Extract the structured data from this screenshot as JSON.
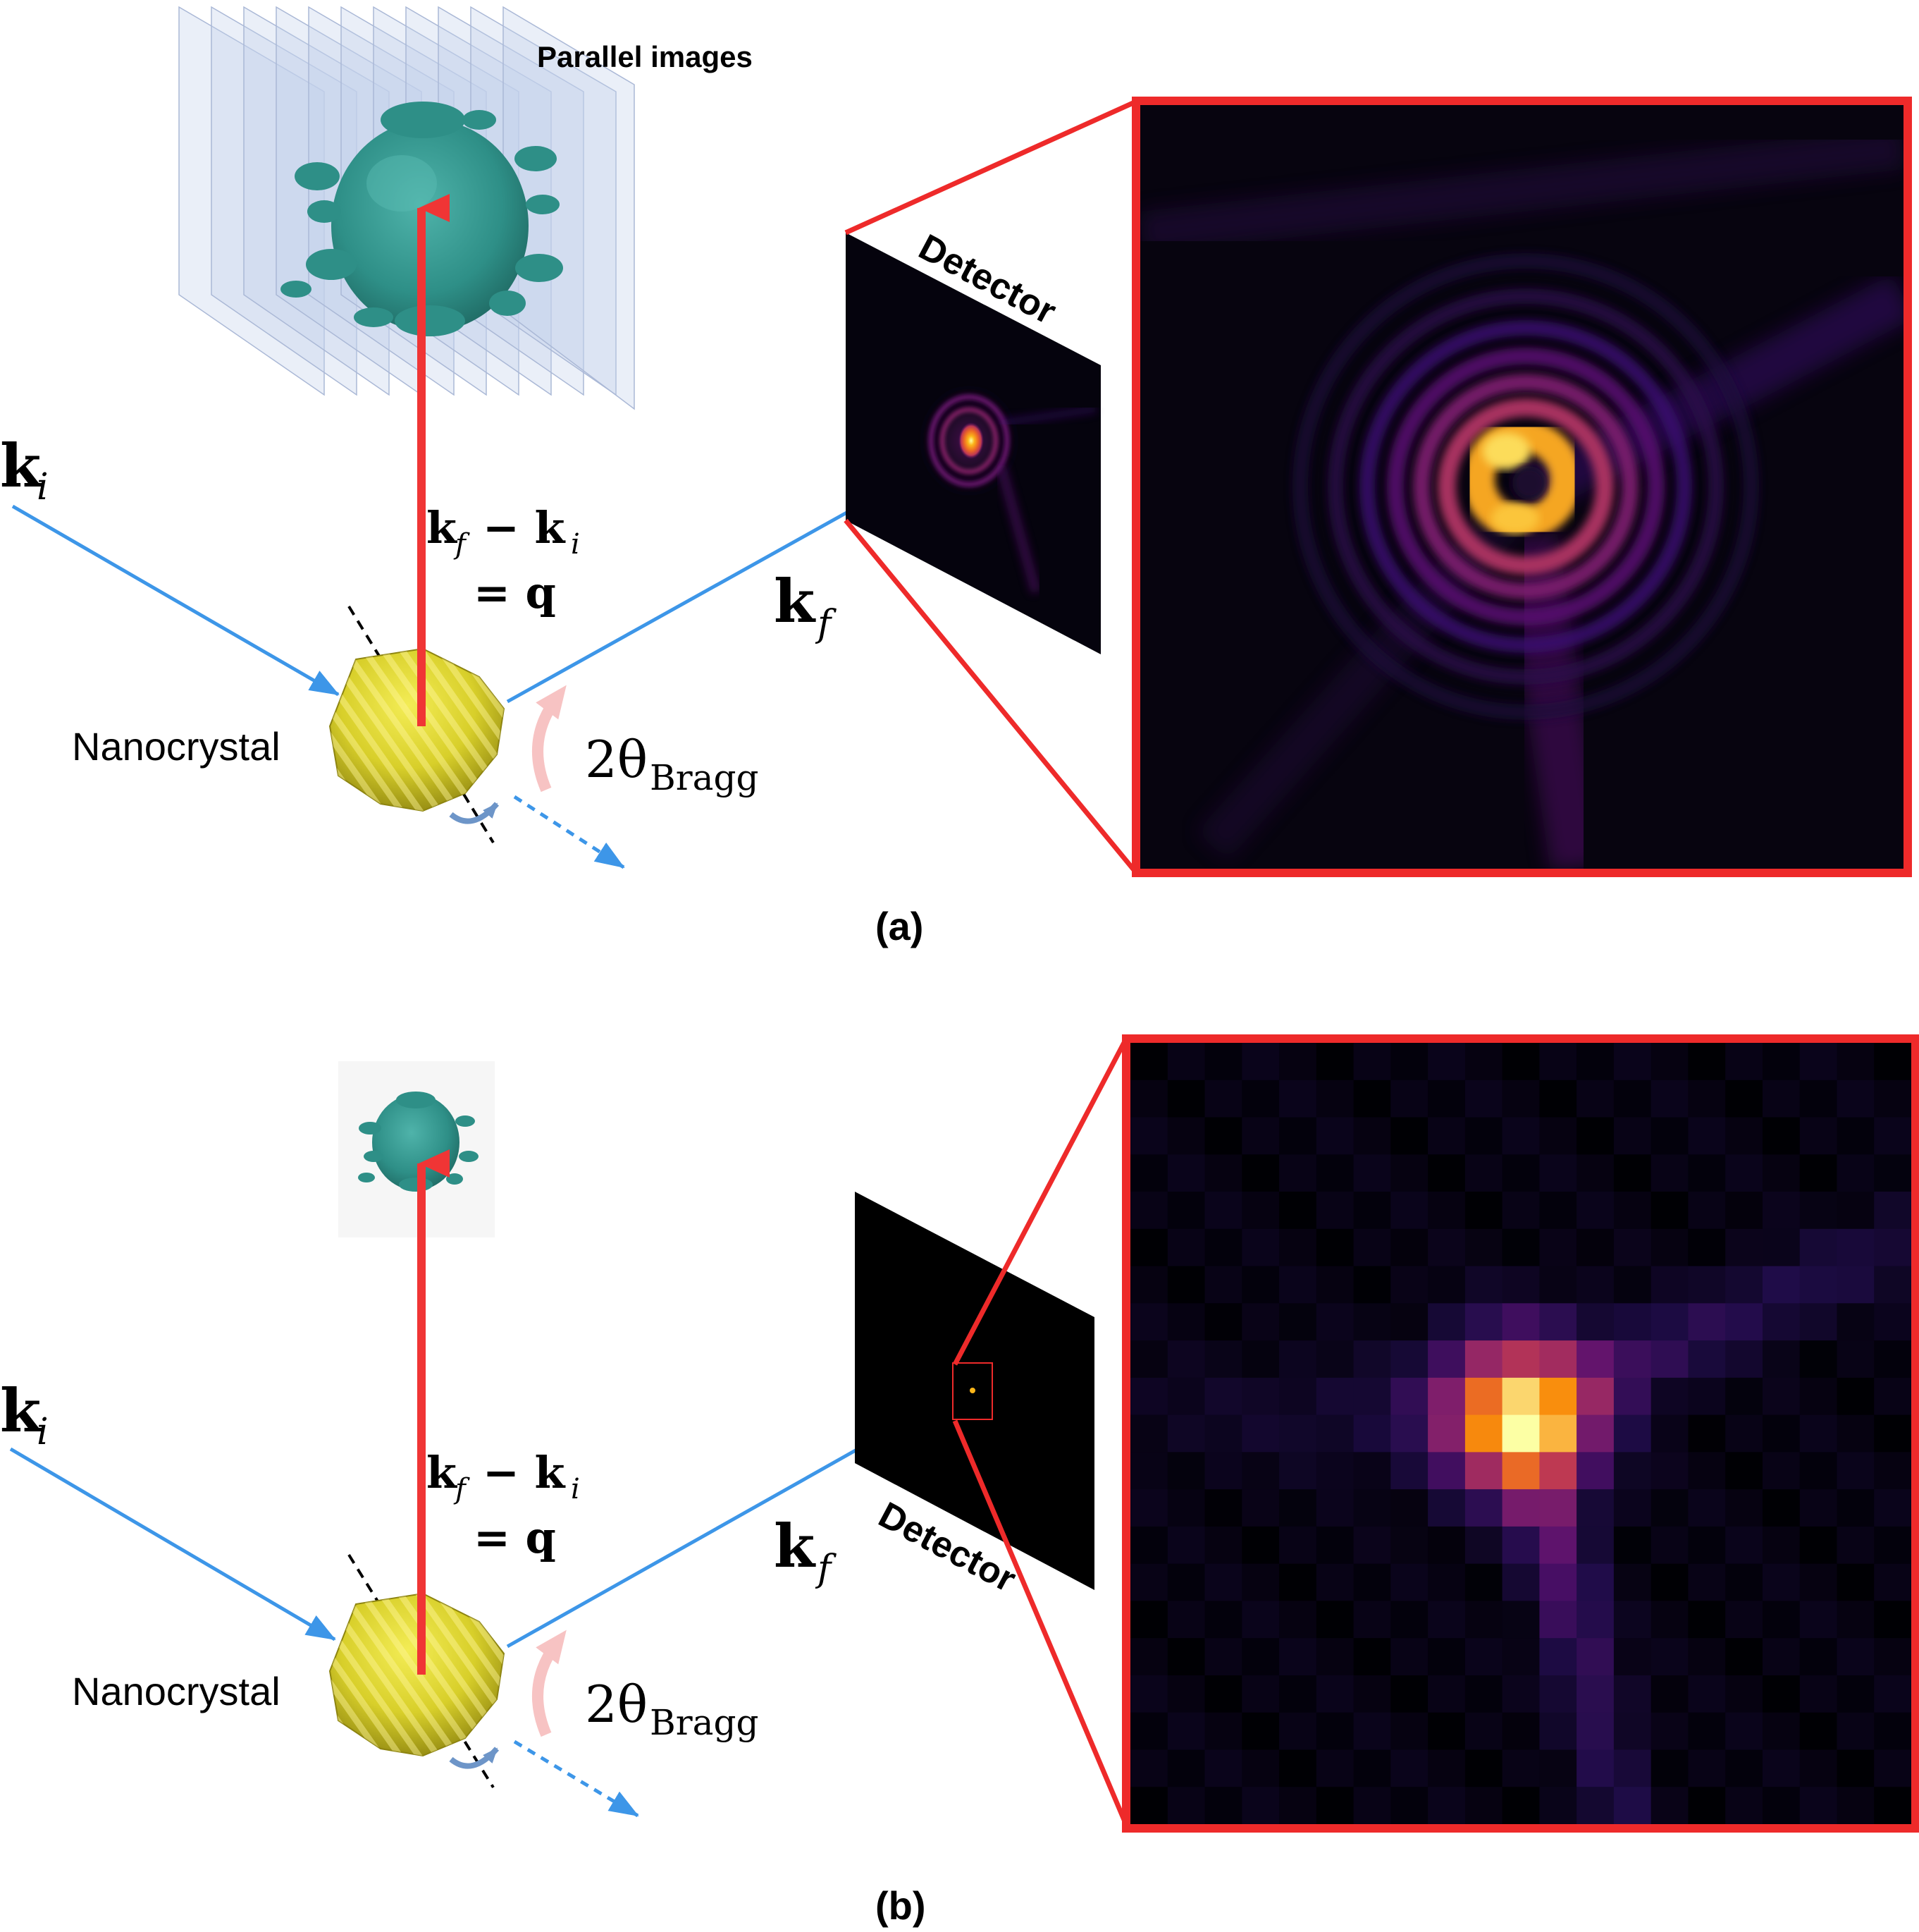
{
  "panel_a": {
    "caption": "(a)",
    "images_label": "Parallel images",
    "ki_label": "k",
    "ki_sub": "i",
    "q_line1": "k",
    "q_line1_sub_f": "f",
    "q_line1_minus": "− k",
    "q_line1_sub_i": "i",
    "q_line2": "= q",
    "kf_label": "k",
    "kf_sub": "f",
    "sample_label": "Nanocrystal",
    "angle_label": "2θ",
    "angle_sub": "Bragg",
    "detector_label": "Detector"
  },
  "panel_b": {
    "caption": "(b)",
    "ki_label": "k",
    "ki_sub": "i",
    "q_line1": "k",
    "q_line1_sub_f": "f",
    "q_line1_minus": "− k",
    "q_line1_sub_i": "i",
    "q_line2": "= q",
    "kf_label": "k",
    "kf_sub": "f",
    "sample_label": "Nanocrystal",
    "angle_label": "2θ",
    "angle_sub": "Bragg",
    "detector_label": "Detector"
  },
  "colors": {
    "incident_beam": "#3d96e8",
    "q_vector": "#f03535",
    "zoom_frame": "#ee2a2a",
    "crystal": "#d8cf2a",
    "reconstruction": "#2e8f87",
    "image_planes": "#c4d2ea",
    "angle_arrow": "#f7c3c3",
    "rotation_arrow": "#6d95c8",
    "detector": "#000000"
  },
  "icons": {
    "crystal": "nanocrystal-blob",
    "reconstruction": "reconstructed-particle-blob",
    "rotation": "curved-rotation-arrow"
  }
}
